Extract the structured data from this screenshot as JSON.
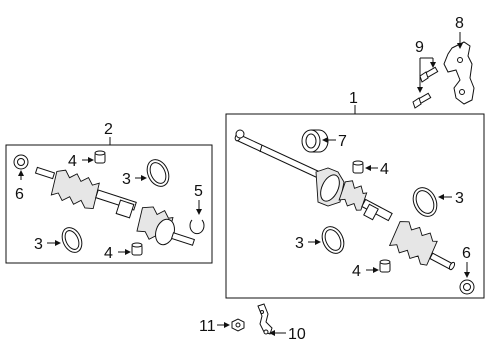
{
  "callouts": {
    "c1": "1",
    "c2": "2",
    "c3a": "3",
    "c3b": "3",
    "c3c": "3",
    "c3d": "3",
    "c4a": "4",
    "c4b": "4",
    "c4c": "4",
    "c4d": "4",
    "c5": "5",
    "c6a": "6",
    "c6b": "6",
    "c7": "7",
    "c8": "8",
    "c9": "9",
    "c10": "10",
    "c11": "11"
  },
  "colors": {
    "line": "#111111",
    "background": "#ffffff",
    "part_shade": "#e6e6e6"
  }
}
